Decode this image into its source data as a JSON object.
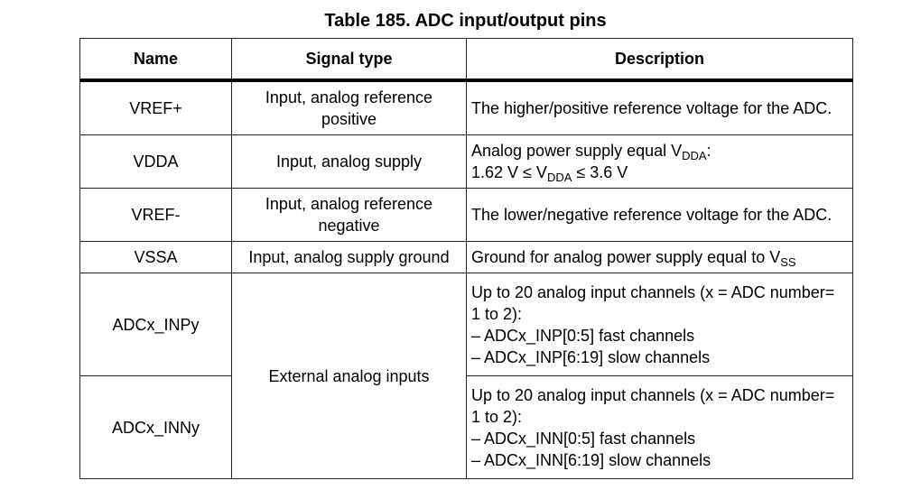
{
  "caption": "Table 185. ADC input/output pins",
  "headers": {
    "name": "Name",
    "signal_type": "Signal type",
    "description": "Description"
  },
  "rows": [
    {
      "name": "VREF+",
      "signal_type": "Input, analog reference positive",
      "description": "The higher/positive reference voltage for the ADC."
    },
    {
      "name": "VDDA",
      "signal_type": "Input, analog supply",
      "description_line1_prefix": "Analog power supply equal V",
      "description_line1_sub": "DDA",
      "description_line1_suffix": ":",
      "description_line2_prefix": "1.62 V ≤ V",
      "description_line2_sub": "DDA",
      "description_line2_suffix": " ≤ 3.6 V"
    },
    {
      "name": "VREF-",
      "signal_type": "Input, analog reference negative",
      "description": "The lower/negative reference voltage for the ADC."
    },
    {
      "name": "VSSA",
      "signal_type": "Input, analog supply ground",
      "description_prefix": "Ground for analog power supply equal to V",
      "description_sub": "SS"
    },
    {
      "name": "ADCx_INPy",
      "description": "Up to 20 analog input channels (x = ADC number= 1 to 2):",
      "bullets": [
        "– ADCx_INP[0:5] fast channels",
        "– ADCx_INP[6:19] slow channels"
      ]
    },
    {
      "name": "ADCx_INNy",
      "description": "Up to 20 analog input channels (x = ADC number= 1 to 2):",
      "bullets": [
        "– ADCx_INN[0:5] fast channels",
        "– ADCx_INN[6:19] slow channels"
      ]
    }
  ],
  "shared_signal_type": "External analog inputs"
}
